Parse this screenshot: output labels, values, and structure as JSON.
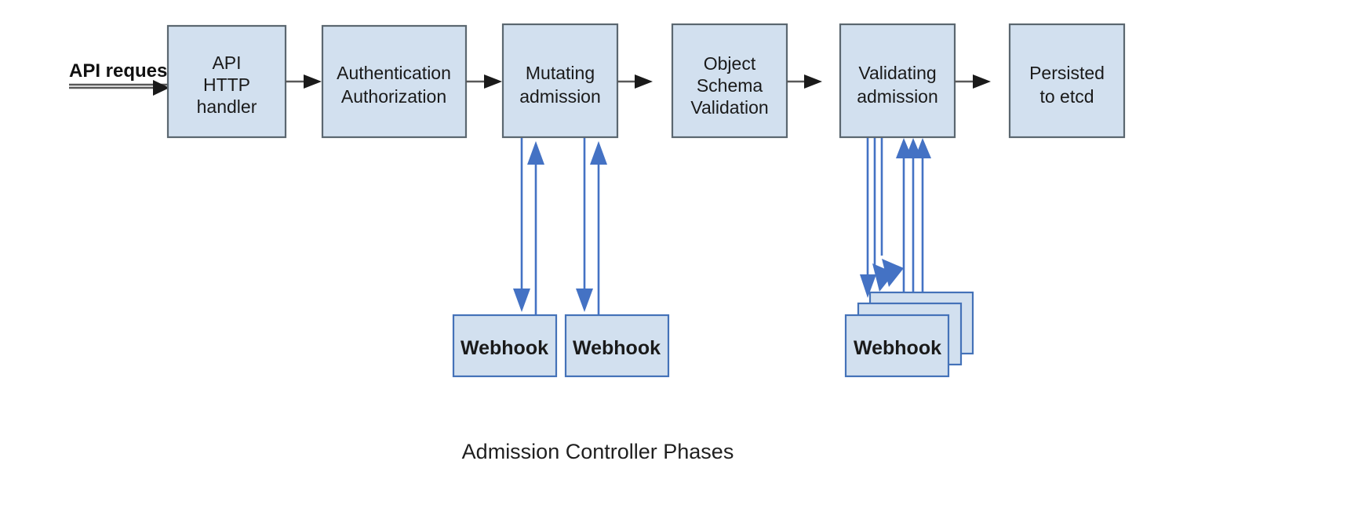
{
  "diagram": {
    "title": "Admission Controller Phases",
    "background_color": "#ffffff",
    "box_fill_color": "#d2e0ef",
    "box_stroke_color": "#5b6770",
    "webhook_stroke_color": "#4472b8",
    "flow_arrow_color": "#595959",
    "webhook_arrow_color": "#4472c4",
    "entry_label": "API request",
    "stages": [
      {
        "id": "api-http-handler",
        "lines": [
          "API",
          "HTTP",
          "handler"
        ]
      },
      {
        "id": "authentication-authorization",
        "lines": [
          "Authentication",
          "Authorization"
        ]
      },
      {
        "id": "mutating-admission",
        "lines": [
          "Mutating",
          "admission"
        ]
      },
      {
        "id": "object-schema-validation",
        "lines": [
          "Object",
          "Schema",
          "Validation"
        ]
      },
      {
        "id": "validating-admission",
        "lines": [
          "Validating",
          "admission"
        ]
      },
      {
        "id": "persisted-to-etcd",
        "lines": [
          "Persisted",
          "to etcd"
        ]
      }
    ],
    "webhooks": [
      {
        "id": "mutating-webhook-1",
        "label": "Webhook",
        "attached_to": "mutating-admission",
        "stacked": false
      },
      {
        "id": "mutating-webhook-2",
        "label": "Webhook",
        "attached_to": "mutating-admission",
        "stacked": false
      },
      {
        "id": "validating-webhook-stack",
        "label": "Webhook",
        "attached_to": "validating-admission",
        "stacked": true,
        "stack_count": 3
      }
    ],
    "connections": [
      {
        "from": "api-request",
        "to": "api-http-handler",
        "direction": "right"
      },
      {
        "from": "api-http-handler",
        "to": "authentication-authorization",
        "direction": "right"
      },
      {
        "from": "authentication-authorization",
        "to": "mutating-admission",
        "direction": "right"
      },
      {
        "from": "mutating-admission",
        "to": "object-schema-validation",
        "direction": "right"
      },
      {
        "from": "object-schema-validation",
        "to": "validating-admission",
        "direction": "right"
      },
      {
        "from": "validating-admission",
        "to": "persisted-to-etcd",
        "direction": "right"
      },
      {
        "from": "mutating-admission",
        "to": "mutating-webhook-1",
        "direction": "bidirectional"
      },
      {
        "from": "mutating-admission",
        "to": "mutating-webhook-2",
        "direction": "bidirectional"
      },
      {
        "from": "validating-admission",
        "to": "validating-webhook-stack",
        "direction": "bidirectional"
      }
    ]
  }
}
